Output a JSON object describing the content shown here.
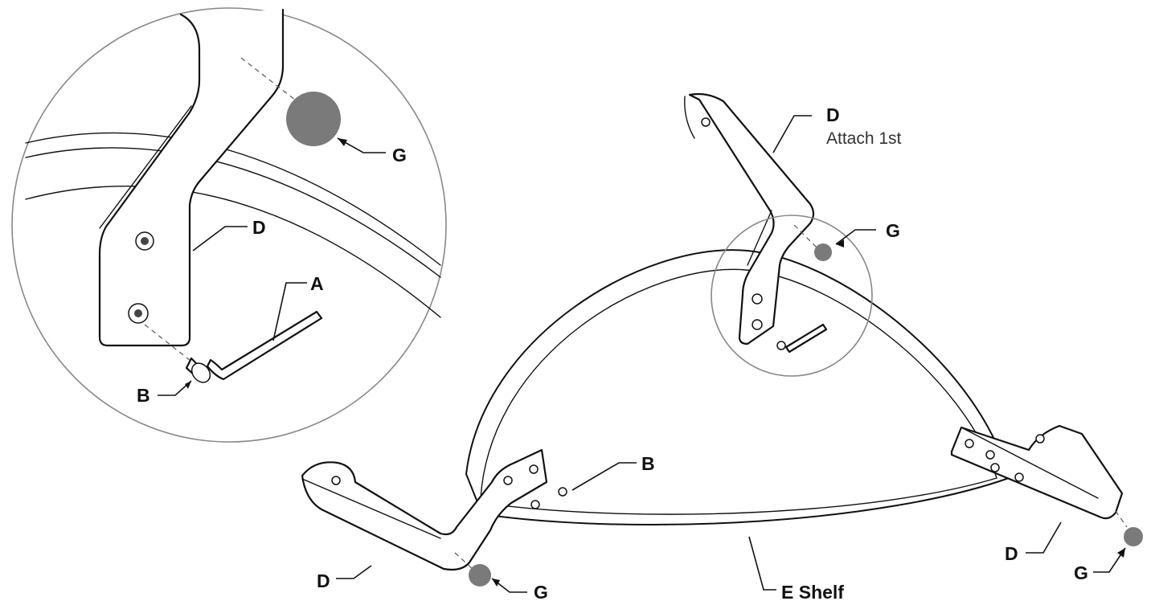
{
  "colors": {
    "line": "#111111",
    "cap": "#7a7a7a",
    "magnifier_outline": "#888888",
    "background": "#ffffff"
  },
  "labels": {
    "detail_cap": "G",
    "detail_bracket": "D",
    "detail_key": "A",
    "detail_screw": "B",
    "top_bracket": "D",
    "top_bracket_note": "Attach 1st",
    "top_cap": "G",
    "left_screw": "B",
    "left_bracket": "D",
    "left_cap": "G",
    "shelf": "E Shelf",
    "right_bracket": "D",
    "right_cap": "G"
  }
}
